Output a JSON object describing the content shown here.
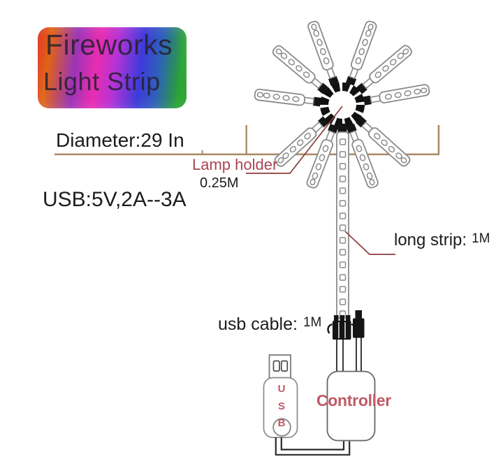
{
  "title": "Fireworks Light Strip product diagram",
  "logo": {
    "line1": "Fireworks",
    "line2": "Light Strip"
  },
  "specs": {
    "diameter": "Diameter:29 In",
    "usb_power": "USB:5V,2A--3A"
  },
  "callouts": {
    "lamp_holder": {
      "label": "Lamp holder",
      "length": "0.25M"
    },
    "long_strip": {
      "label": "long strip:",
      "length": "1M"
    },
    "usb_cable": {
      "label": "usb cable:",
      "length": "1M"
    }
  },
  "devices": {
    "controller": {
      "label": "Controller"
    },
    "usb": {
      "letters": [
        "U",
        "S",
        "B"
      ]
    }
  },
  "colors": {
    "measure_line": "#ad8a67",
    "leader_line": "#8e3b3c",
    "callout_red": "#a94452",
    "device_label_red": "#c05a66",
    "text_black": "#1c1c1c",
    "logo_gradient": [
      "#e02818",
      "#e06414",
      "#9a35b8",
      "#ea2cb0",
      "#b633d6",
      "#3d3bda",
      "#28a42e"
    ]
  }
}
